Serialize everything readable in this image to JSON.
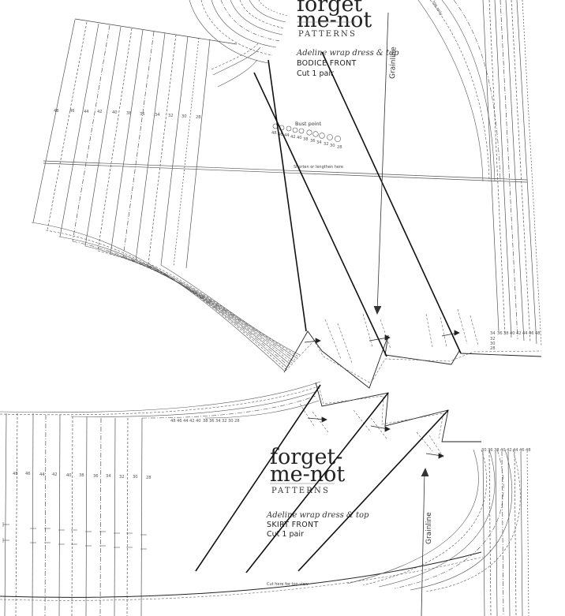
{
  "bodice": {
    "logo_line1": "forget",
    "logo_line2": "me-not",
    "logo_sub": "PATTERNS",
    "pattern_name": "Adeline wrap dress & top",
    "piece_name": "BODICE FRONT",
    "cut_instruction": "Cut 1 pair",
    "bust_point_label": "Bust point",
    "shorten_label": "Shorten or lengthen here",
    "grainline_label": "Grainline",
    "top_right_text": "top only",
    "bust_sizes": [
      "48",
      "46",
      "44",
      "42",
      "40",
      "38",
      "36",
      "34",
      "32",
      "30",
      "28"
    ],
    "left_sizes": [
      "48",
      "46",
      "44",
      "42",
      "40",
      "38",
      "36",
      "34",
      "32",
      "30",
      "28"
    ],
    "right_sizes_a": [
      "34",
      "36",
      "38",
      "40",
      "42",
      "44",
      "46",
      "48"
    ],
    "right_sizes_b": [
      "32",
      "30",
      "28"
    ]
  },
  "skirt": {
    "logo_line1": "forget-",
    "logo_line2": "me-not",
    "logo_sub": "PATTERNS",
    "pattern_name": "Adeline wrap dress & top",
    "piece_name": "SKIRT FRONT",
    "cut_instruction": "Cut 1 pair",
    "grainline_label": "Grainline",
    "cut_here_label": "Cut here for top view",
    "top_sizes": [
      "48",
      "46",
      "44",
      "42",
      "40",
      "38",
      "36",
      "34",
      "32",
      "30",
      "28"
    ],
    "left_sizes": [
      "48",
      "46",
      "44",
      "42",
      "40",
      "38",
      "36",
      "34",
      "32",
      "30",
      "28"
    ],
    "right_sizes": [
      "30",
      "36",
      "38",
      "40",
      "42",
      "44",
      "46",
      "48"
    ]
  },
  "colors": {
    "line": "#222222",
    "dashed": "#666666",
    "paper": "#ffffff"
  }
}
